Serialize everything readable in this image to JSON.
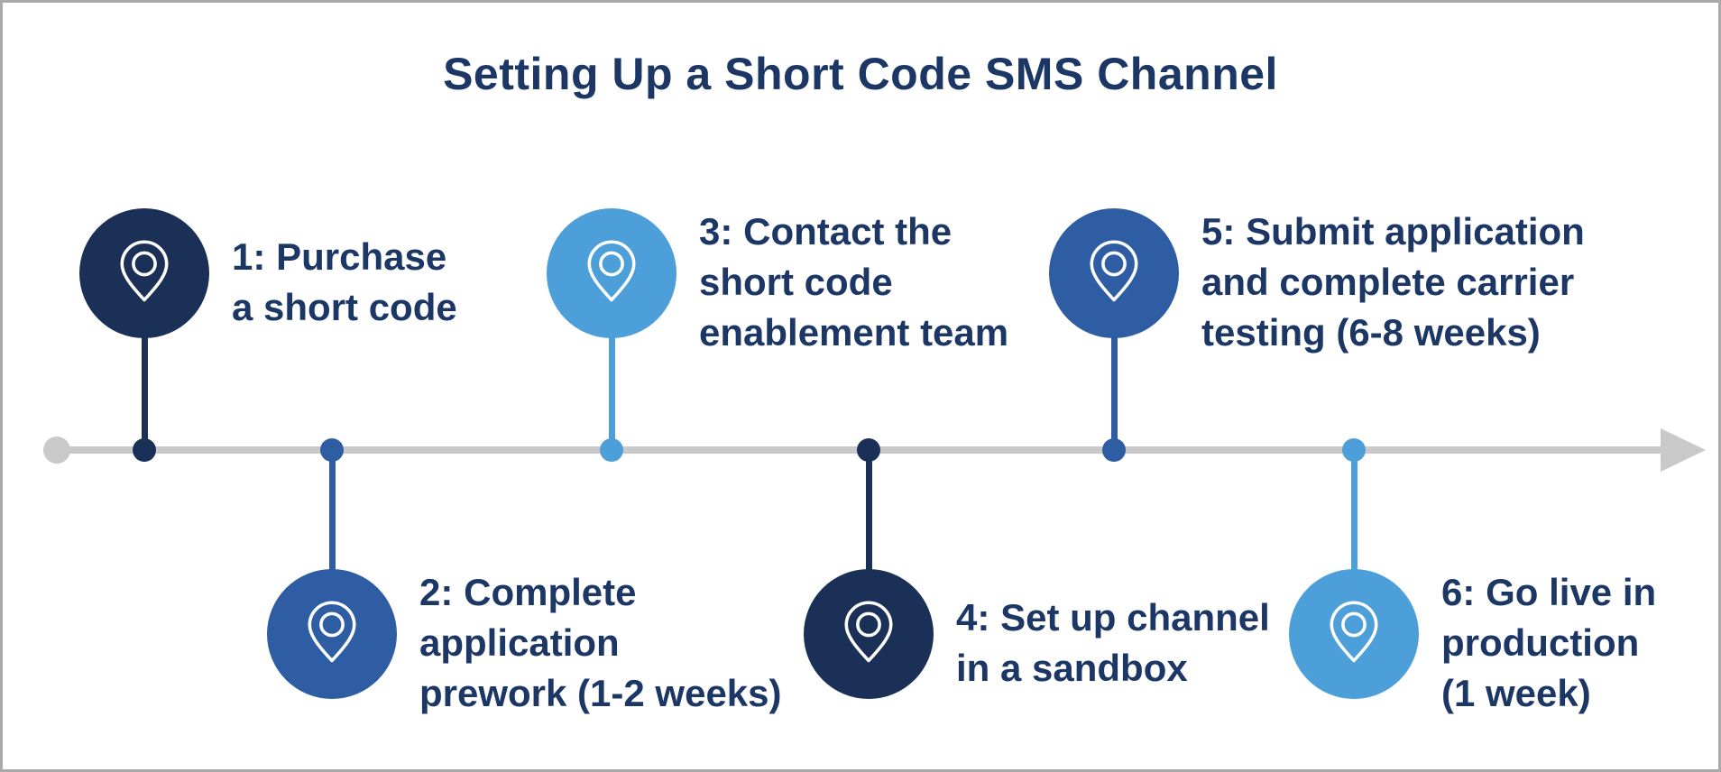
{
  "title": "Setting Up a Short Code SMS Channel",
  "colors": {
    "navy": "#1B3057",
    "medium_blue": "#2E5DA4",
    "light_blue": "#4C9FD8",
    "text_navy": "#1C3765",
    "timeline_gray": "#C9C9C9",
    "background": "#FFFFFF",
    "border_gray": "#A9A9A9",
    "pin_white": "#FFFFFF"
  },
  "timeline": {
    "orientation": "horizontal",
    "start_marker": "gray-dot",
    "end_marker": "right-arrow"
  },
  "steps": [
    {
      "num": "1:",
      "line1": "Purchase",
      "line2": "a short code",
      "line3": "",
      "position": "above",
      "color": "navy",
      "icon": "map-pin-icon"
    },
    {
      "num": "2:",
      "line1": "Complete",
      "line2": "application",
      "line3": "prework (1-2 weeks)",
      "position": "below",
      "color": "medium_blue",
      "icon": "map-pin-icon"
    },
    {
      "num": "3:",
      "line1": "Contact the",
      "line2": "short code",
      "line3": "enablement team",
      "position": "above",
      "color": "light_blue",
      "icon": "map-pin-icon"
    },
    {
      "num": "4:",
      "line1": "Set up channel",
      "line2": "in a sandbox",
      "line3": "",
      "position": "below",
      "color": "navy",
      "icon": "map-pin-icon"
    },
    {
      "num": "5:",
      "line1": "Submit application",
      "line2": "and complete carrier",
      "line3": "testing (6-8 weeks)",
      "position": "above",
      "color": "medium_blue",
      "icon": "map-pin-icon"
    },
    {
      "num": "6:",
      "line1": "Go live in",
      "line2": "production",
      "line3": "(1 week)",
      "position": "below",
      "color": "light_blue",
      "icon": "map-pin-icon"
    }
  ]
}
